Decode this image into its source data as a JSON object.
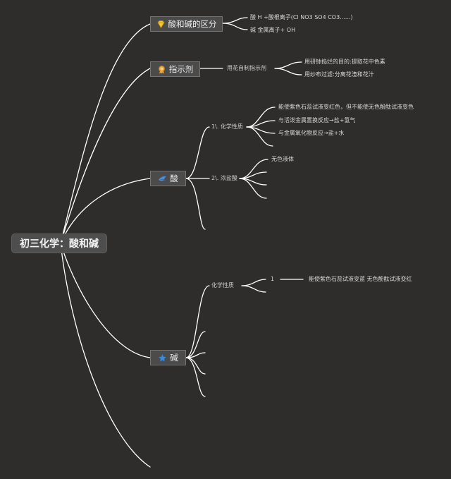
{
  "root": {
    "label": "初三化学：酸和碱"
  },
  "topics": {
    "distinguish": {
      "label": "酸和碱的区分",
      "icon": "diamond-icon",
      "children": [
        "酸 H +酸根离子(Cl NO3 SO4 CO3......)",
        "碱 金属离子+ OH"
      ]
    },
    "indicator": {
      "label": "指示剂",
      "icon": "medal-icon",
      "sub": "用花自制指示剂",
      "children": [
        "用研钵捣烂的目的:提取花中色素",
        "用纱布过滤:分离花渣和花汁"
      ]
    },
    "acid": {
      "label": "酸",
      "icon": "bird-icon",
      "sub1": {
        "label": "1\\. 化学性质",
        "children": [
          "能使紫色石蕊试液变红色，但不能使无色酚酞试液变色",
          "与活泼金属置换反应→盐+氢气",
          "与金属氧化物反应→盐+水"
        ]
      },
      "sub2": {
        "label": "2\\. 浓盐酸",
        "children": [
          "无色液体"
        ]
      }
    },
    "base": {
      "label": "碱",
      "icon": "star-icon",
      "sub": {
        "label": "化学性质",
        "mark": "1",
        "detail": "能使紫色石蕊试液变蓝 无色酚酞试液变红"
      }
    }
  },
  "colors": {
    "background": "#2e2d2c",
    "line": "#ffffff",
    "topic_fill": "#4b4b4b",
    "text": "#d6d6d6"
  }
}
